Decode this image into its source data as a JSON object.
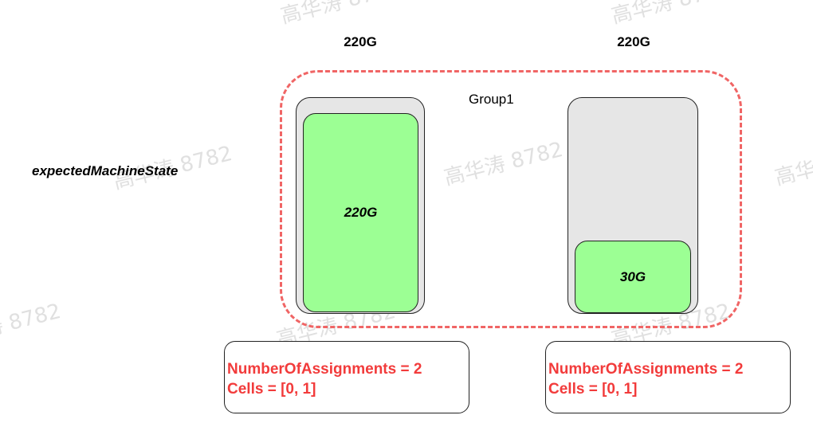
{
  "diagram": {
    "state_label": "expectedMachineState",
    "group": {
      "label": "Group1"
    },
    "machines": [
      {
        "capacity_label": "220G",
        "allocation_label": "220G",
        "info": {
          "assignments": "NumberOfAssignments = 2",
          "cells": "Cells = [0, 1]"
        }
      },
      {
        "capacity_label": "220G",
        "allocation_label": "30G",
        "info": {
          "assignments": "NumberOfAssignments = 2",
          "cells": "Cells = [0, 1]"
        }
      }
    ]
  },
  "colors": {
    "group_border": "#f06565",
    "machine_fill": "#e6e6e6",
    "allocation_fill": "#9cff94",
    "info_text": "#f23b3b"
  },
  "watermark": "高华涛 8782"
}
